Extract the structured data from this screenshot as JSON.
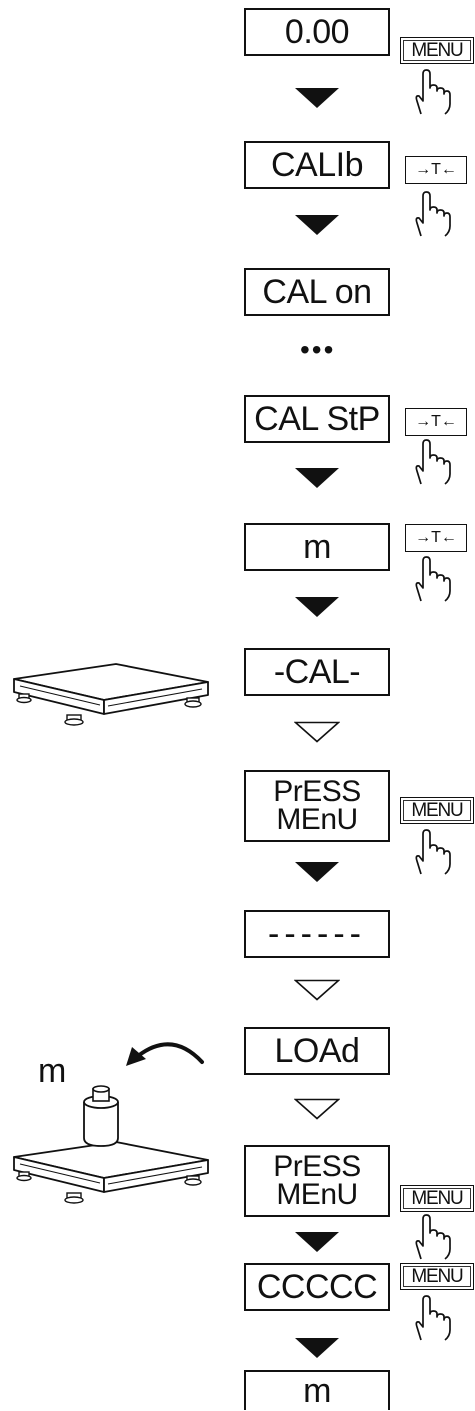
{
  "displays": [
    "0.00",
    "CALIb",
    "CAL on",
    "CAL StP",
    "m",
    "-CAL-",
    "PrESS",
    "MEnU",
    "------",
    "LOAd",
    "PrESS",
    "MEnU",
    "CCCCC",
    "m"
  ],
  "ellipsis": "•••",
  "keys": {
    "menu": "MENU",
    "tare": "→T←"
  },
  "weight_label": "m",
  "colors": {
    "ink": "#111111",
    "background": "#ffffff"
  },
  "icons": [
    "pointing-hand-icon",
    "scale-platform-icon",
    "calibration-weight-icon",
    "curved-arrow-icon"
  ]
}
